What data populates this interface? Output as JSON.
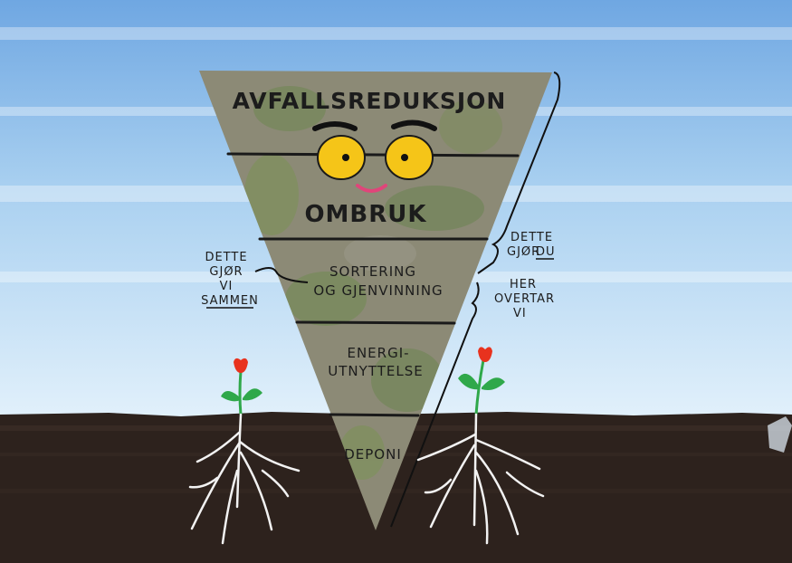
{
  "pyramid": {
    "levels": [
      {
        "label": "AVFALLSREDUKSJON"
      },
      {
        "label": "OMBRUK"
      },
      {
        "label_lines": [
          "SORTERING",
          "OG GJENVINNING"
        ]
      },
      {
        "label_lines": [
          "ENERGI-",
          "UTNYTTELSE"
        ]
      },
      {
        "label": "DEPONI"
      }
    ]
  },
  "annotations": {
    "left": {
      "lines": [
        "DETTE",
        "GJØR",
        "VI",
        "SAMMEN"
      ]
    },
    "right_top": {
      "lines": [
        "DETTE",
        "GJØR",
        "DU"
      ]
    },
    "right_bottom": {
      "lines": [
        "HER",
        "OVERTAR",
        "VI"
      ]
    }
  },
  "colors": {
    "sky_top": "#7fb2e6",
    "sky_bottom": "#d6ebfb",
    "soil": "#2c211c",
    "pyramid": "#8c8a75",
    "moss": "#6f8a50",
    "eyes": "#f5c518",
    "smile": "#e0457a",
    "flower": "#e8321e",
    "stem": "#2fa84a",
    "roots": "#f4f4f4"
  }
}
